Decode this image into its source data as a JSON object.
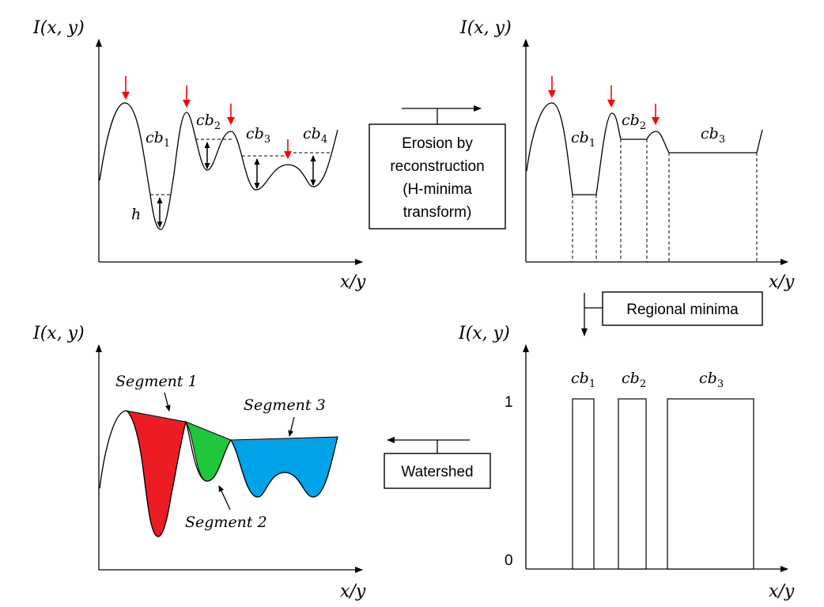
{
  "axes": {
    "y_label": "I(x, y)",
    "x_label": "x/y"
  },
  "panel_tl": {
    "h": "h",
    "cb": [
      "cb",
      "cb",
      "cb",
      "cb"
    ],
    "sub": [
      "1",
      "2",
      "3",
      "4"
    ]
  },
  "panel_tr": {
    "cb": [
      "cb",
      "cb",
      "cb"
    ],
    "sub": [
      "1",
      "2",
      "3"
    ]
  },
  "panel_br": {
    "cb": [
      "cb",
      "cb",
      "cb"
    ],
    "sub": [
      "1",
      "2",
      "3"
    ],
    "tick_1": "1",
    "tick_0": "0"
  },
  "panel_bl": {
    "segments": [
      "Segment 1",
      "Segment 2",
      "Segment 3"
    ]
  },
  "steps": {
    "erosion": [
      "Erosion by",
      "reconstruction",
      "(H-minima",
      "transform)"
    ],
    "regional_minima": "Regional minima",
    "watershed": "Watershed"
  },
  "colors": {
    "marker": "#ff0000",
    "segment1": "#ed1c24",
    "segment2": "#1ec83a",
    "segment3": "#00a2e8"
  }
}
